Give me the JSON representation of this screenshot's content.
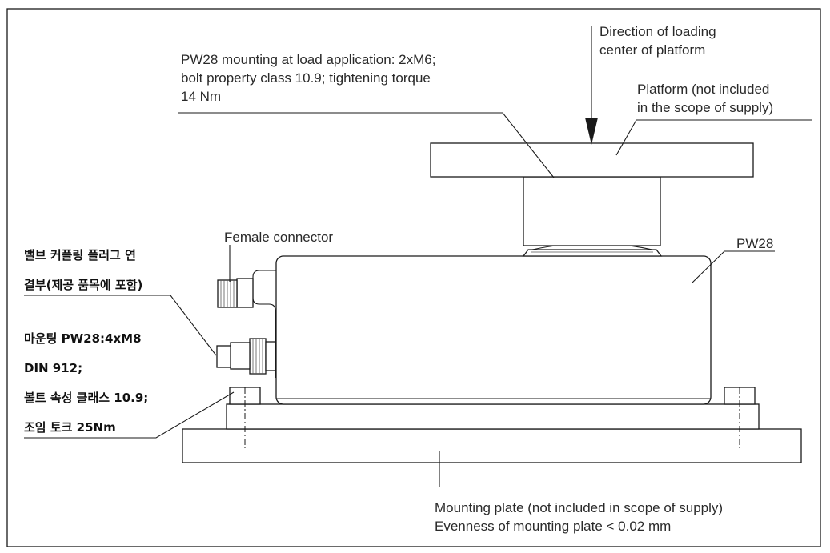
{
  "labels": {
    "mounting_top": {
      "line1": "PW28 mounting at load application: 2xM6;",
      "line2": "bolt property class 10.9; tightening torque",
      "line3": "14 Nm"
    },
    "direction": {
      "line1": "Direction of loading",
      "line2": "center of platform"
    },
    "platform": {
      "line1": "Platform (not included",
      "line2": "in the scope of supply)"
    },
    "female_connector": "Female connector",
    "pw28": "PW28",
    "valve_coupling": {
      "line1": "밸브 커플링 플러그 연",
      "line2": "결부(제공 품목에 포함)"
    },
    "mounting_bottom": {
      "line1": "마운팅 PW28:4xM8",
      "line2": "DIN 912;",
      "line3": "볼트 속성 클래스 10.9;",
      "line4": "조임 토크 25Nm"
    },
    "mounting_plate": {
      "line1": "Mounting plate (not included in scope of supply)",
      "line2": "Evenness of mounting plate < 0.02 mm"
    }
  },
  "colors": {
    "line": "#1a1a1a",
    "text": "#2a2a2a",
    "background": "#ffffff"
  }
}
